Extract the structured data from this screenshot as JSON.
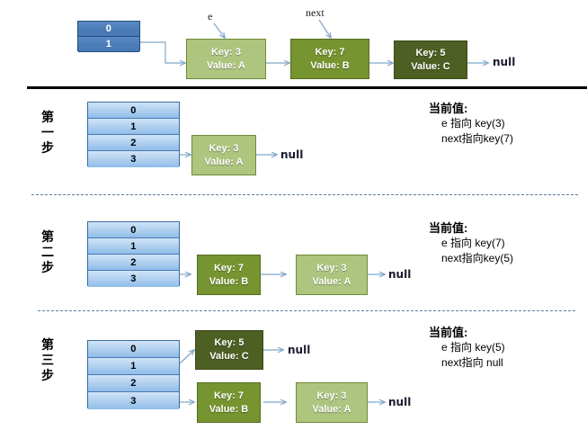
{
  "diagram": {
    "title_present": false,
    "colors": {
      "node_light": "#aec57f",
      "node_mid": "#76942f",
      "node_dark": "#4d5f22",
      "table_blue_dark": "#4c7db8",
      "table_blue_light": "#b4d2f0",
      "arrow": "#7fa6c8",
      "divider_solid": "#000000",
      "divider_dashed": "#5f7fa3"
    }
  },
  "top": {
    "table": {
      "rows": [
        "0",
        "1"
      ]
    },
    "pointer_labels": [
      {
        "name": "e-pointer-label",
        "text": "e"
      },
      {
        "name": "next-pointer-label",
        "text": "next"
      }
    ],
    "nodes": [
      {
        "key": "Key: 3",
        "value": "Value: A",
        "shade": "light"
      },
      {
        "key": "Key: 7",
        "value": "Value: B",
        "shade": "mid"
      },
      {
        "key": "Key: 5",
        "value": "Value: C",
        "shade": "dark"
      }
    ],
    "terminator": "null"
  },
  "steps": [
    {
      "label_chars": [
        "第",
        "一",
        "步"
      ],
      "table": {
        "rows": [
          "0",
          "1",
          "2",
          "3"
        ],
        "source_row": "3"
      },
      "chains": [
        {
          "from_row": "3",
          "nodes": [
            {
              "key": "Key: 3",
              "value": "Value: A",
              "shade": "light"
            }
          ],
          "terminator": "null"
        }
      ],
      "info": {
        "heading": "当前值:",
        "lines": [
          "e 指向 key(3)",
          "next指向key(7)"
        ]
      }
    },
    {
      "label_chars": [
        "第",
        "二",
        "步"
      ],
      "table": {
        "rows": [
          "0",
          "1",
          "2",
          "3"
        ],
        "source_row": "3"
      },
      "chains": [
        {
          "from_row": "3",
          "nodes": [
            {
              "key": "Key: 7",
              "value": "Value: B",
              "shade": "mid"
            },
            {
              "key": "Key: 3",
              "value": "Value: A",
              "shade": "light"
            }
          ],
          "terminator": "null"
        }
      ],
      "info": {
        "heading": "当前值:",
        "lines": [
          "e 指向 key(7)",
          "next指向key(5)"
        ]
      }
    },
    {
      "label_chars": [
        "第",
        "三",
        "步"
      ],
      "table": {
        "rows": [
          "0",
          "1",
          "2",
          "3"
        ],
        "source_row": "1,3"
      },
      "chains": [
        {
          "from_row": "1",
          "nodes": [
            {
              "key": "Key: 5",
              "value": "Value: C",
              "shade": "dark"
            }
          ],
          "terminator": "null"
        },
        {
          "from_row": "3",
          "nodes": [
            {
              "key": "Key: 7",
              "value": "Value: B",
              "shade": "mid"
            },
            {
              "key": "Key: 3",
              "value": "Value: A",
              "shade": "light"
            }
          ],
          "terminator": "null"
        }
      ],
      "info": {
        "heading": "当前值:",
        "lines": [
          "e 指向 key(5)",
          "next指向 null"
        ]
      }
    }
  ]
}
